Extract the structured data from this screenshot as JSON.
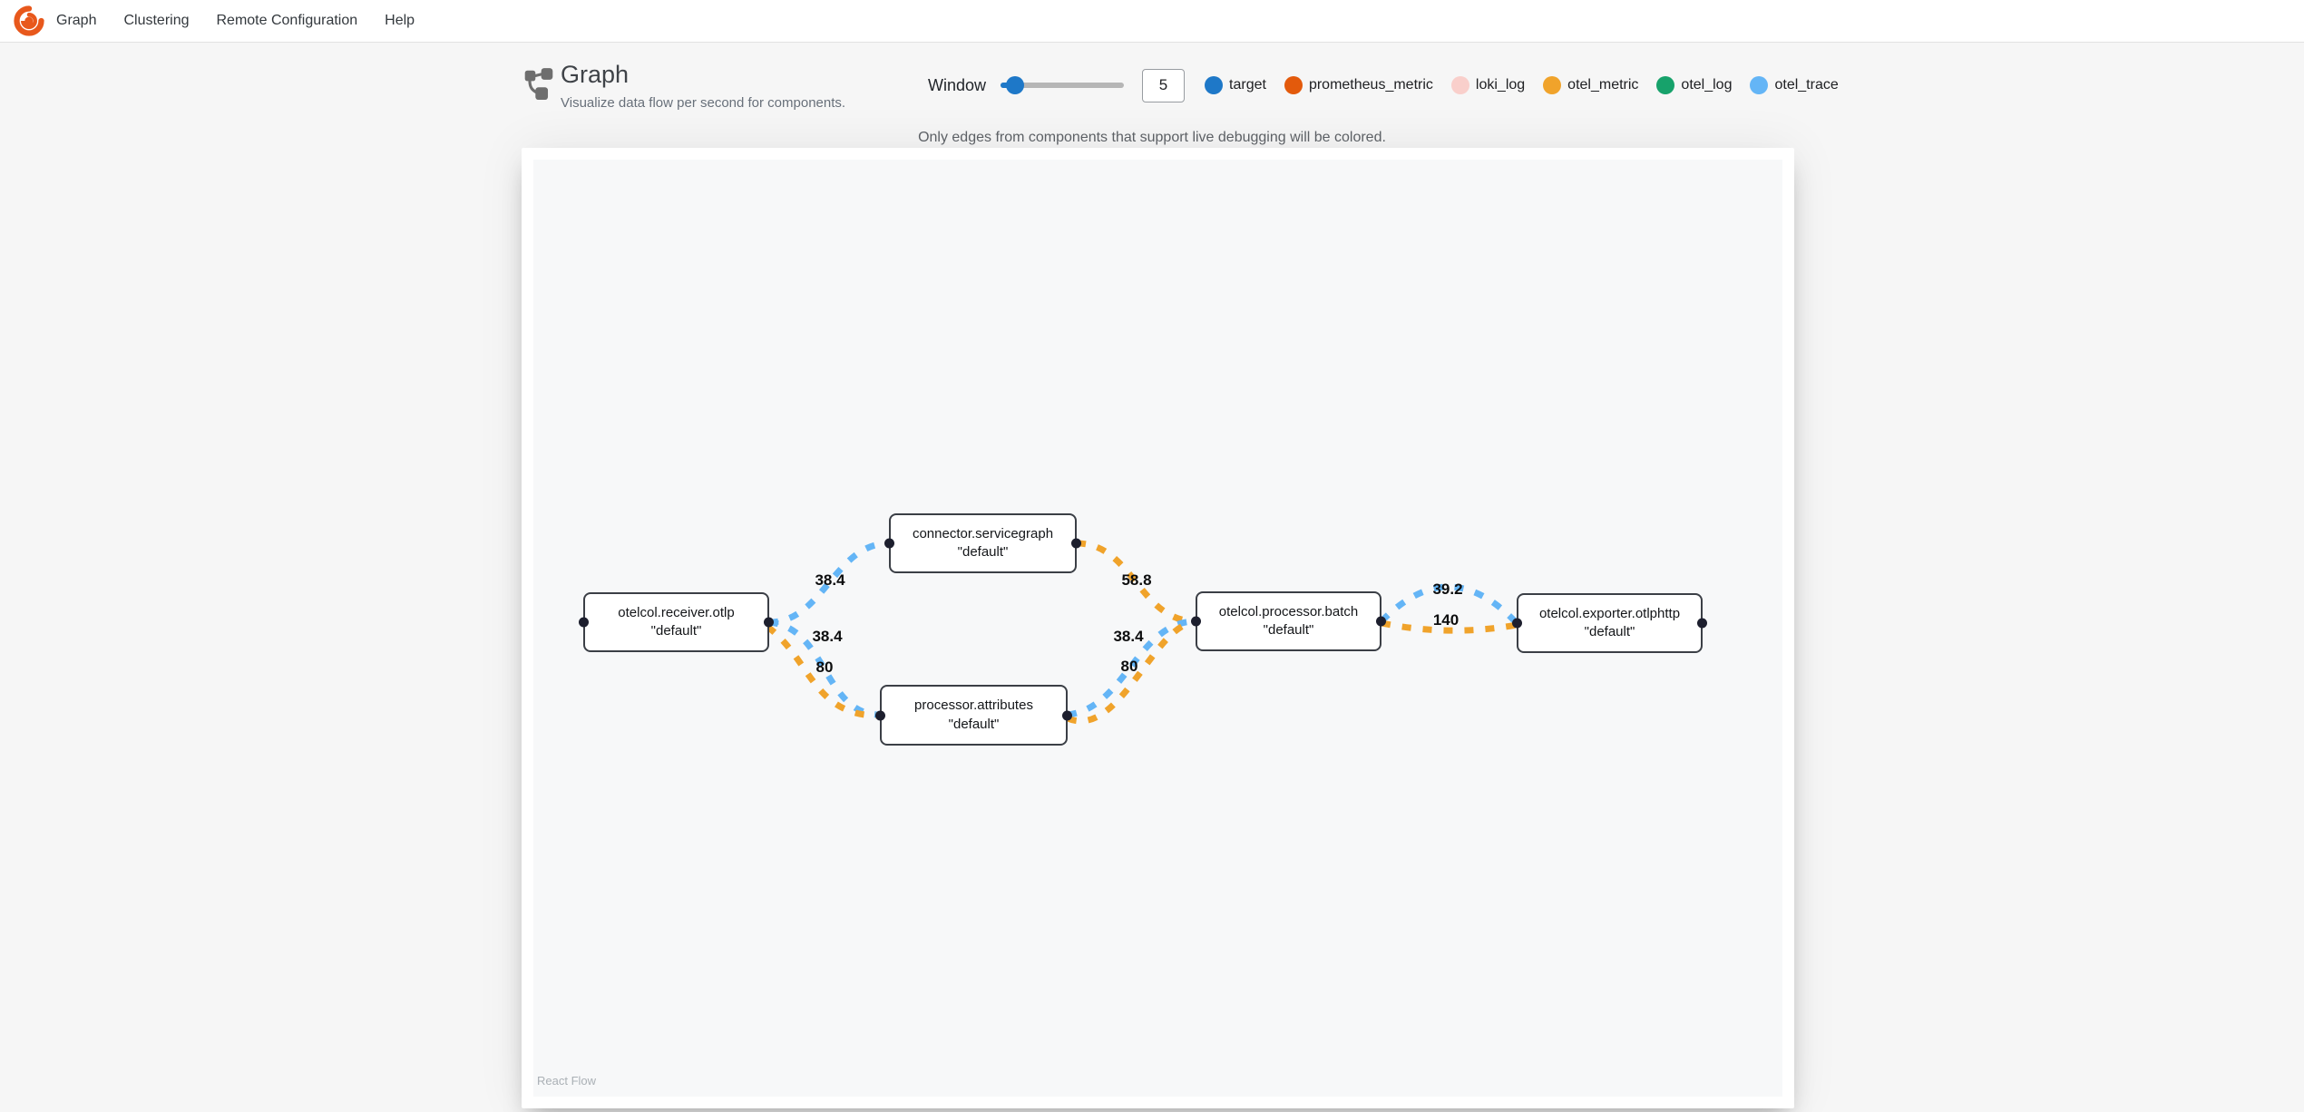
{
  "topbar": {
    "logo_color": "#e8581c",
    "menu_items": [
      "Graph",
      "Clustering",
      "Remote Configuration",
      "Help"
    ]
  },
  "header": {
    "title": "Graph",
    "subtitle": "Visualize data flow per second for components."
  },
  "controls": {
    "window_label": "Window",
    "window_value": "5"
  },
  "legend": [
    {
      "label": "target",
      "color": "#1e78c8"
    },
    {
      "label": "prometheus_metric",
      "color": "#e35a0c"
    },
    {
      "label": "loki_log",
      "color": "#f9cfcb"
    },
    {
      "label": "otel_metric",
      "color": "#f0a32b"
    },
    {
      "label": "otel_log",
      "color": "#17a26b"
    },
    {
      "label": "otel_trace",
      "color": "#64b5f6"
    }
  ],
  "note": "Only edges from components that support live debugging will be colored.",
  "graph": {
    "nodes": [
      {
        "name": "otelcol.receiver.otlp",
        "instance": "\"default\""
      },
      {
        "name": "connector.servicegraph",
        "instance": "\"default\""
      },
      {
        "name": "processor.attributes",
        "instance": "\"default\""
      },
      {
        "name": "otelcol.processor.batch",
        "instance": "\"default\""
      },
      {
        "name": "otelcol.exporter.otlphttp",
        "instance": "\"default\""
      }
    ],
    "edges": [
      {
        "from": "otelcol.receiver.otlp",
        "to": "connector.servicegraph",
        "value": "38.4",
        "signal": "otel_trace",
        "color": "#64b5f6"
      },
      {
        "from": "otelcol.receiver.otlp",
        "to": "processor.attributes",
        "value": "38.4",
        "signal": "otel_trace",
        "color": "#64b5f6"
      },
      {
        "from": "otelcol.receiver.otlp",
        "to": "processor.attributes",
        "value": "80",
        "signal": "otel_metric",
        "color": "#f0a32b"
      },
      {
        "from": "connector.servicegraph",
        "to": "otelcol.processor.batch",
        "value": "58.8",
        "signal": "otel_metric",
        "color": "#f0a32b"
      },
      {
        "from": "processor.attributes",
        "to": "otelcol.processor.batch",
        "value": "38.4",
        "signal": "otel_trace",
        "color": "#64b5f6"
      },
      {
        "from": "processor.attributes",
        "to": "otelcol.processor.batch",
        "value": "80",
        "signal": "otel_metric",
        "color": "#f0a32b"
      },
      {
        "from": "otelcol.processor.batch",
        "to": "otelcol.exporter.otlphttp",
        "value": "39.2",
        "signal": "otel_trace",
        "color": "#64b5f6"
      },
      {
        "from": "otelcol.processor.batch",
        "to": "otelcol.exporter.otlphttp",
        "value": "140",
        "signal": "otel_metric",
        "color": "#f0a32b"
      }
    ]
  },
  "canvas": {
    "attribution": "React Flow"
  }
}
